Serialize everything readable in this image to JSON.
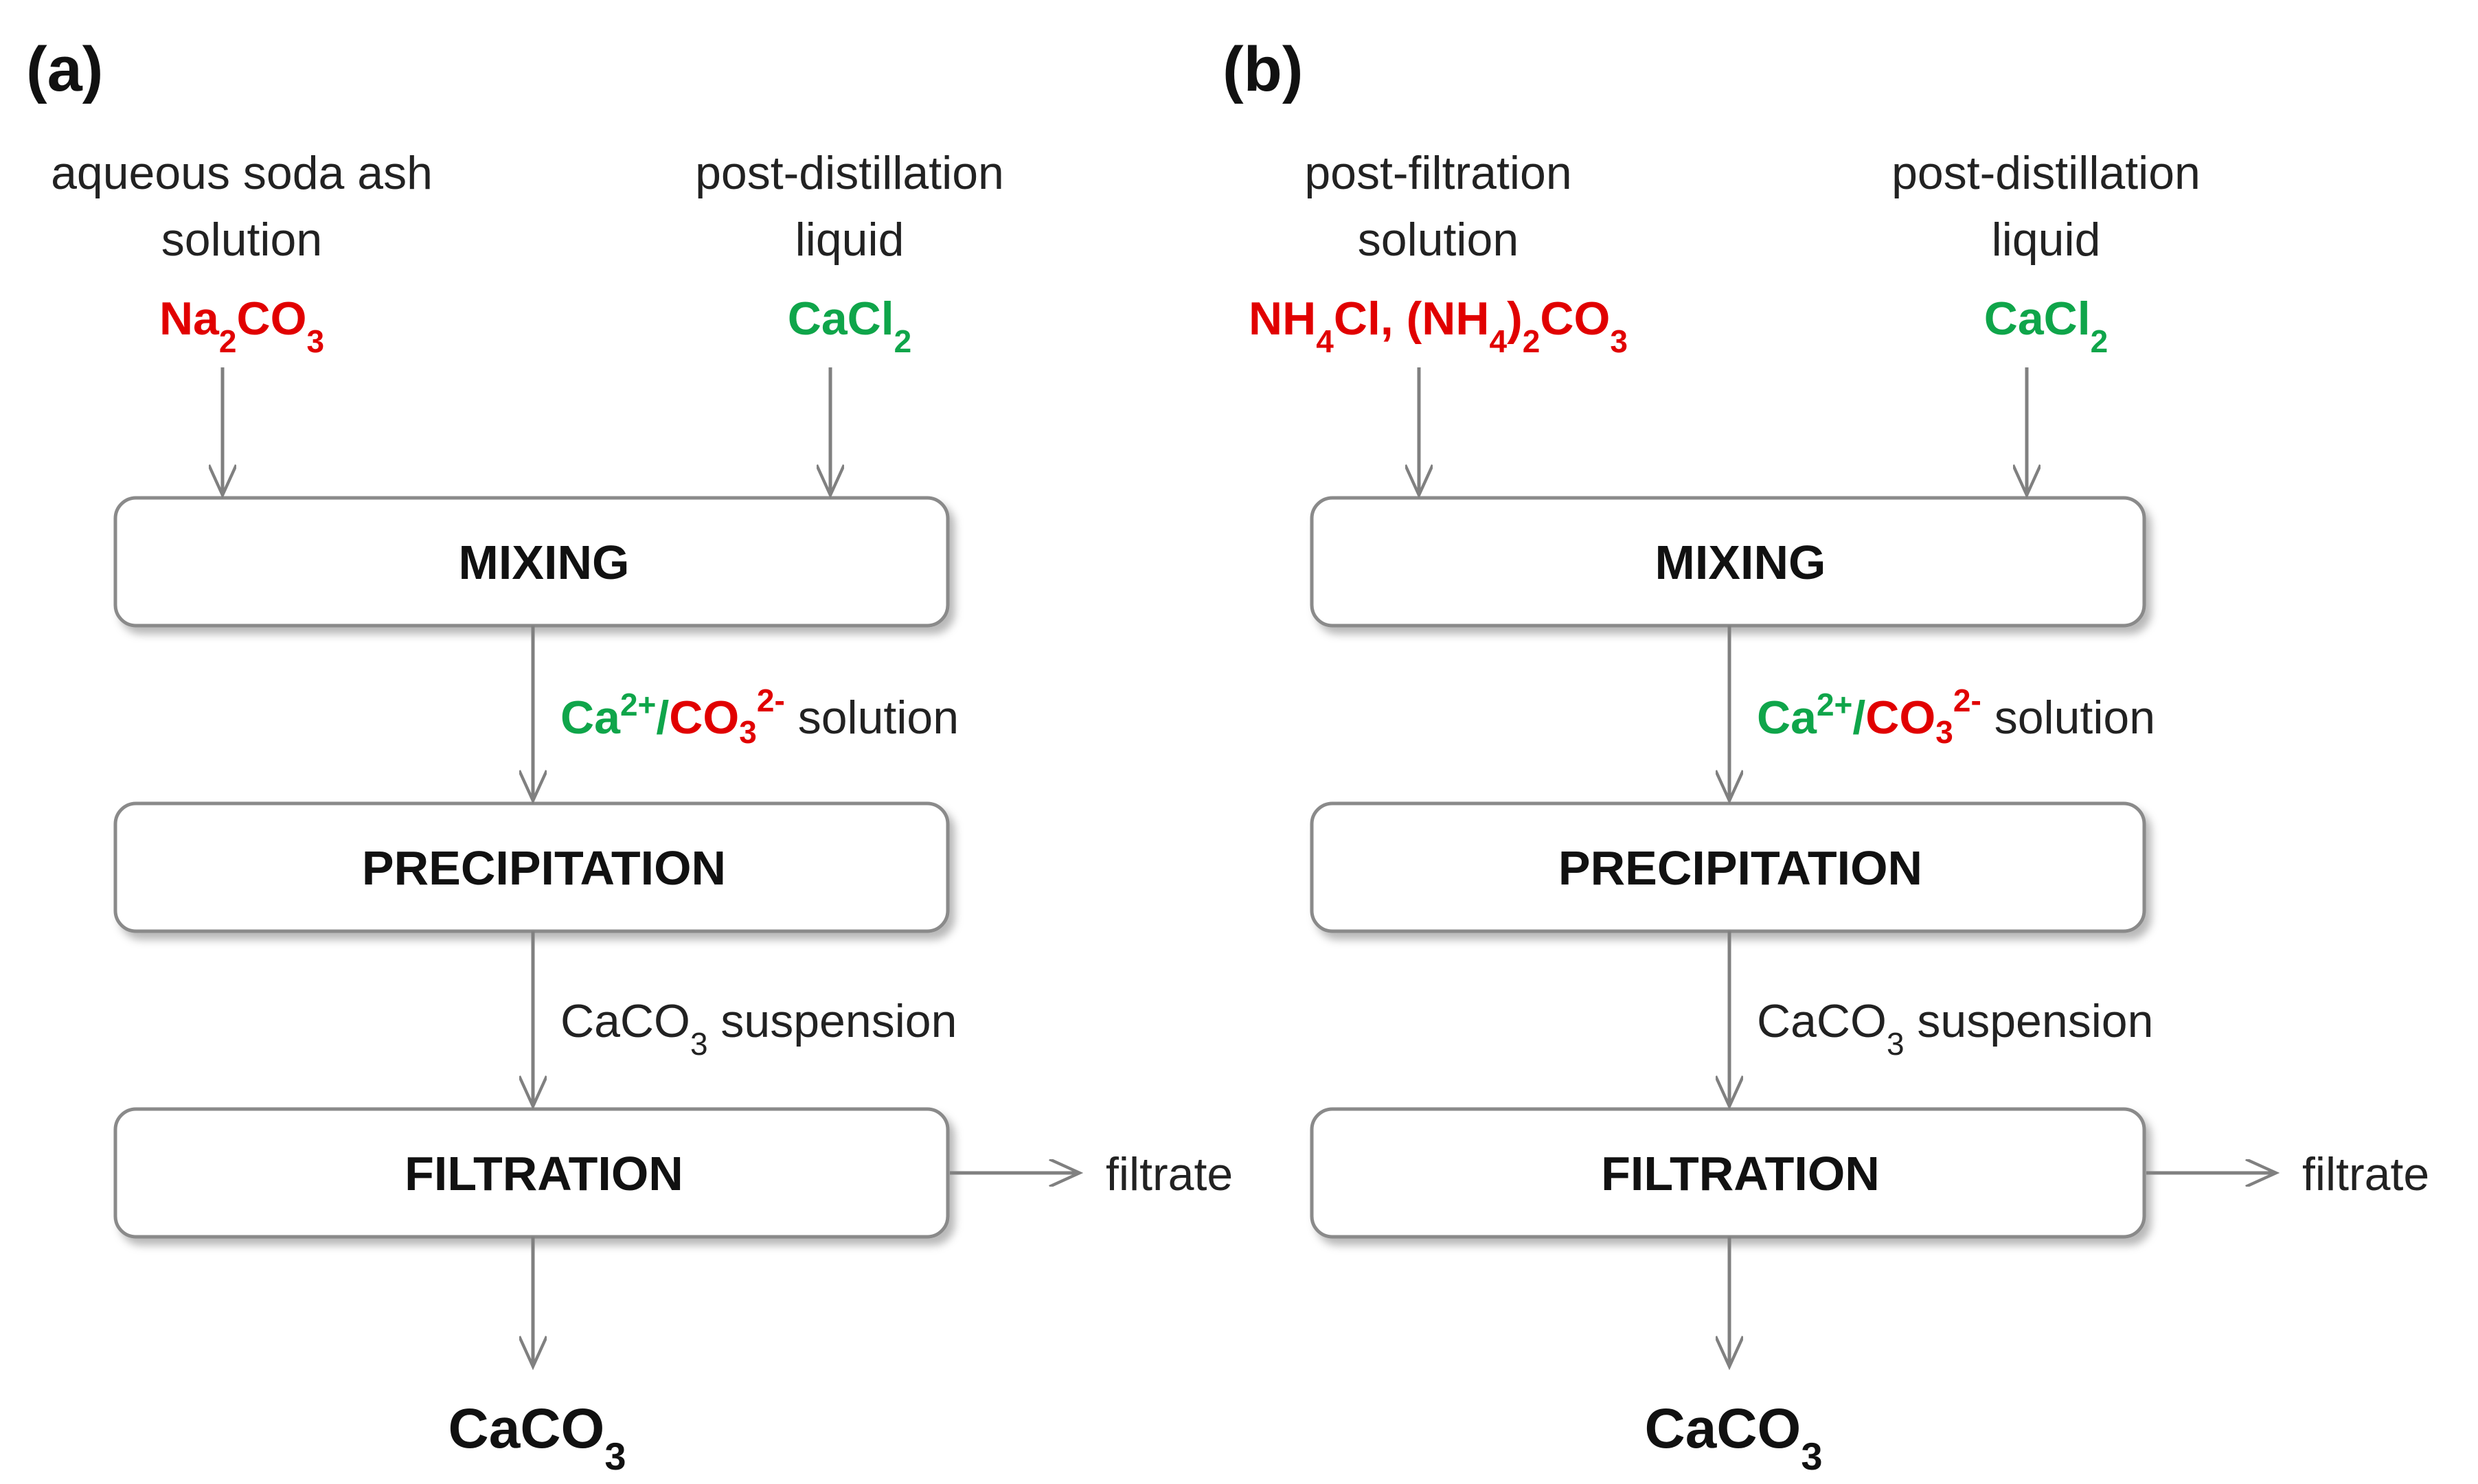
{
  "colors": {
    "red": "#e10000",
    "green": "#0fa54a",
    "arrow": "#808080",
    "box_border": "#8a8a8a",
    "text": "#222222"
  },
  "panels": [
    {
      "id": "a",
      "label": "(a)",
      "inputs": [
        {
          "name_lines": [
            "aqueous soda ash",
            "solution"
          ],
          "formula": [
            {
              "t": "Na"
            },
            {
              "t": "2",
              "sub": true
            },
            {
              "t": "CO"
            },
            {
              "t": "3",
              "sub": true
            }
          ],
          "color": "red"
        },
        {
          "name_lines": [
            "post-distillation",
            "liquid"
          ],
          "formula": [
            {
              "t": "CaCl"
            },
            {
              "t": "2",
              "sub": true
            }
          ],
          "color": "green"
        }
      ],
      "boxes": [
        "MIXING",
        "PRECIPITATION",
        "FILTRATION"
      ],
      "stream1": {
        "ca": "Ca",
        "ca_sup": "2+",
        "slash": "/",
        "co": "CO",
        "co_sub": "3",
        "co_sup": "2-",
        "tail": "solution"
      },
      "stream2": {
        "pre": "CaCO",
        "sub": "3",
        "tail": "suspension"
      },
      "side_output": "filtrate",
      "product": {
        "pre": "CaCO",
        "sub": "3"
      }
    },
    {
      "id": "b",
      "label": "(b)",
      "inputs": [
        {
          "name_lines": [
            "post-filtration",
            "solution"
          ],
          "formula": [
            {
              "t": "NH"
            },
            {
              "t": "4",
              "sub": true
            },
            {
              "t": "Cl, (NH"
            },
            {
              "t": "4",
              "sub": true
            },
            {
              "t": ")"
            },
            {
              "t": "2",
              "sub": true
            },
            {
              "t": "CO"
            },
            {
              "t": "3",
              "sub": true
            }
          ],
          "color": "red"
        },
        {
          "name_lines": [
            "post-distillation",
            "liquid"
          ],
          "formula": [
            {
              "t": "CaCl"
            },
            {
              "t": "2",
              "sub": true
            }
          ],
          "color": "green"
        }
      ],
      "boxes": [
        "MIXING",
        "PRECIPITATION",
        "FILTRATION"
      ],
      "stream1": {
        "ca": "Ca",
        "ca_sup": "2+",
        "slash": "/",
        "co": "CO",
        "co_sub": "3",
        "co_sup": "2-",
        "tail": "solution"
      },
      "stream2": {
        "pre": "CaCO",
        "sub": "3",
        "tail": "suspension"
      },
      "side_output": "filtrate",
      "product": {
        "pre": "CaCO",
        "sub": "3"
      }
    }
  ]
}
